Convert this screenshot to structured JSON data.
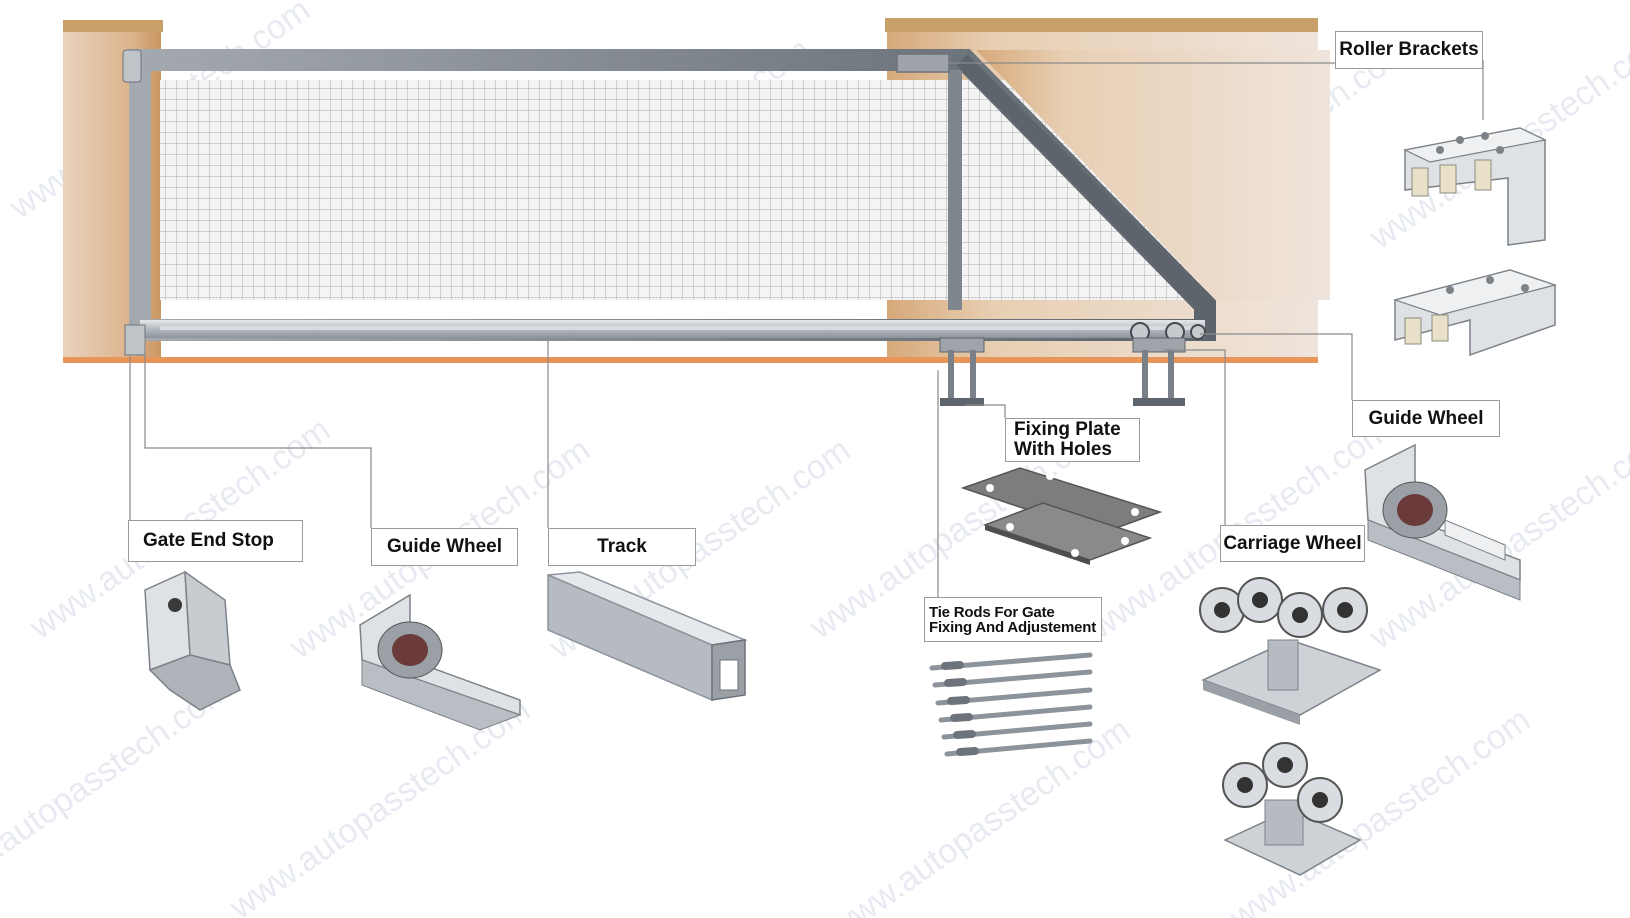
{
  "watermark": "www.autopasstech.com",
  "colors": {
    "wall": "#e3c3a3",
    "wall_top": "#c9a06a",
    "ground_line": "#e8955a",
    "frame": "#7f868d",
    "frame_dark": "#5a6168",
    "mesh_bg": "#f4f4f4",
    "mesh_line": "#a9adb2",
    "label_border": "#9a9a9a",
    "leader": "#8a8a8a",
    "steel": "#b9bec4"
  },
  "labels": {
    "roller_brackets": "Roller Brackets",
    "guide_wheel_right": "Guide Wheel",
    "fixing_plate_line1": "Fixing Plate",
    "fixing_plate_line2": "With Holes",
    "carriage_wheel": "Carriage Wheel",
    "gate_end_stop": "Gate End Stop",
    "guide_wheel_left": "Guide Wheel",
    "track": "Track",
    "tie_rods_line1": "Tie Rods For Gate",
    "tie_rods_line2": "Fixing And Adjustement"
  },
  "icons": {
    "gate": "sliding-gate-icon",
    "roller_bracket": "roller-bracket-icon",
    "guide_wheel": "guide-wheel-icon",
    "fixing_plate": "fixing-plate-icon",
    "carriage_wheel": "carriage-wheel-icon",
    "gate_end_stop": "gate-end-stop-icon",
    "track": "track-rail-icon",
    "tie_rods": "tie-rods-icon"
  }
}
